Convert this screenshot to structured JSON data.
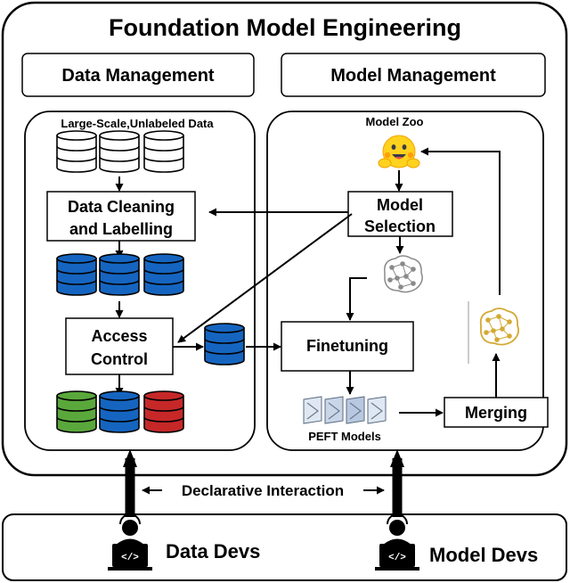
{
  "title": "Foundation Model Engineering",
  "data_management": {
    "header": "Data Management",
    "source_label": "Large-Scale,Unlabeled Data",
    "cleaning_line1": "Data Cleaning",
    "cleaning_line2": "and Labelling",
    "access_line1": "Access",
    "access_line2": "Control"
  },
  "model_management": {
    "header": "Model Management",
    "zoo_label": "Model Zoo",
    "selection_line1": "Model",
    "selection_line2": "Selection",
    "finetuning": "Finetuning",
    "peft_label": "PEFT Models",
    "merging": "Merging"
  },
  "interaction_label": "Declarative Interaction",
  "devs": {
    "data": "Data Devs",
    "model": "Model Devs"
  },
  "colors": {
    "db_white": "#ffffff",
    "db_blue": "#1565c0",
    "db_green": "#5aa83c",
    "db_red": "#c62828",
    "hug_yellow": "#ffd21e",
    "merged_gold": "#d4a934",
    "brain_gray": "#8a8a8a"
  }
}
